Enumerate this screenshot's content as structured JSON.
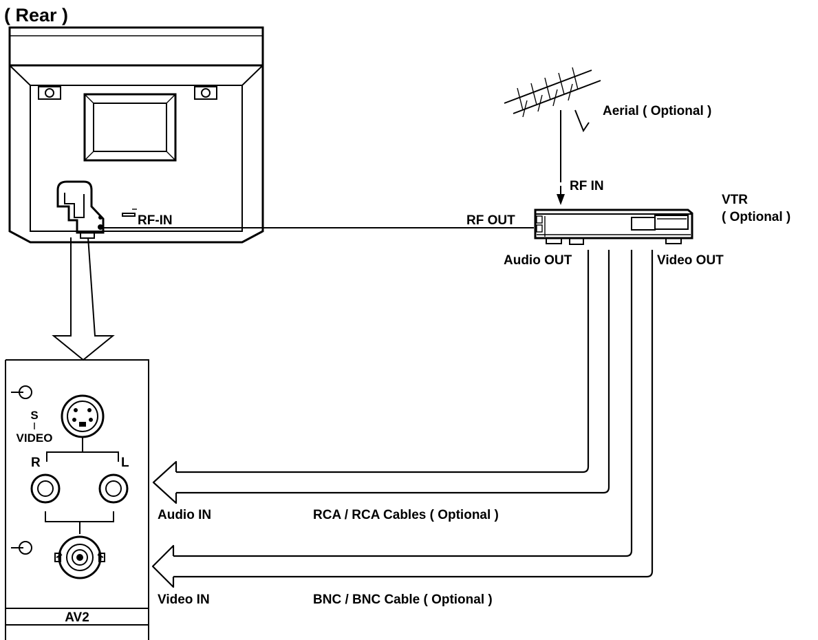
{
  "title": "( Rear )",
  "tv": {
    "rf_in_label": "RF-IN"
  },
  "antenna": {
    "label": "Aerial ( Optional )",
    "rf_in_label": "RF IN"
  },
  "vtr": {
    "label_line1": "VTR",
    "label_line2": "( Optional )",
    "rf_out_label": "RF OUT",
    "audio_out_label": "Audio OUT",
    "video_out_label": "Video OUT"
  },
  "panel": {
    "s_label": "S",
    "video_label": "VIDEO",
    "r_label": "R",
    "l_label": "L",
    "name": "AV2",
    "audio_in_label": "Audio IN",
    "video_in_label": "Video IN"
  },
  "cables": {
    "rca_label": "RCA / RCA Cables ( Optional )",
    "bnc_label": "BNC / BNC Cable ( Optional )"
  }
}
